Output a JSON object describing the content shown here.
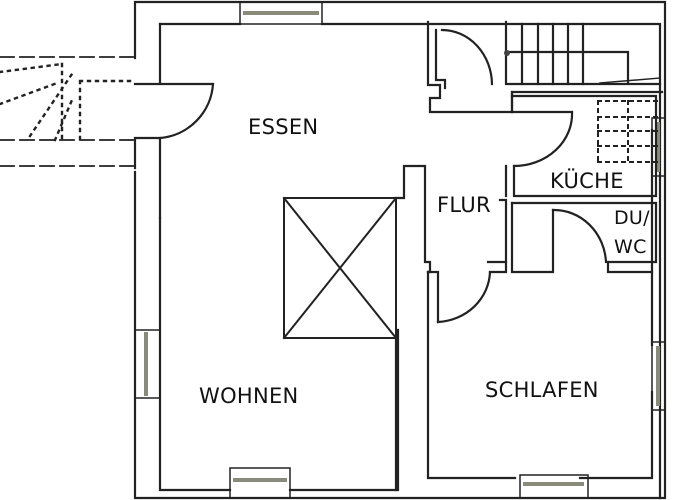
{
  "floor_plan": {
    "colors": {
      "wall": "#222222",
      "background": "#ffffff",
      "window_glass": "#8a8a7a",
      "label": "#111111"
    },
    "rooms": [
      {
        "id": "essen",
        "label": "ESSEN"
      },
      {
        "id": "flur",
        "label": "FLUR"
      },
      {
        "id": "kueche",
        "label": "KÜCHE"
      },
      {
        "id": "du-wc",
        "label_line1": "DU/",
        "label_line2": "WC"
      },
      {
        "id": "wohnen",
        "label": "WOHNEN"
      },
      {
        "id": "schlafen",
        "label": "SCHLAFEN"
      }
    ],
    "features": {
      "void": "Luftraum (X-marked opening)",
      "stair_inner": "staircase",
      "stair_outer": "exterior stair (dashed)",
      "kitchen_counter": "dotted cabinet layout"
    }
  }
}
